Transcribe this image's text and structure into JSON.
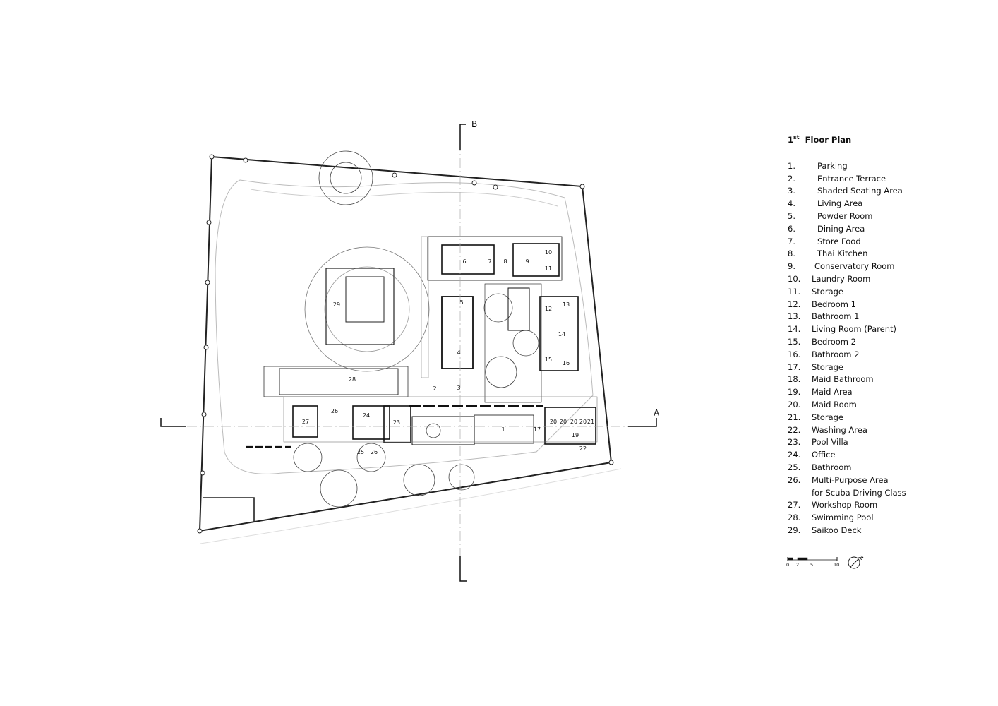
{
  "plan": {
    "section_marks": {
      "a": "A",
      "b": "B"
    },
    "room_numbers": [
      {
        "n": "1"
      },
      {
        "n": "2"
      },
      {
        "n": "3"
      },
      {
        "n": "4"
      },
      {
        "n": "5"
      },
      {
        "n": "6"
      },
      {
        "n": "7"
      },
      {
        "n": "8"
      },
      {
        "n": "9"
      },
      {
        "n": "10"
      },
      {
        "n": "11"
      },
      {
        "n": "12"
      },
      {
        "n": "13"
      },
      {
        "n": "14"
      },
      {
        "n": "15"
      },
      {
        "n": "16"
      },
      {
        "n": "17"
      },
      {
        "n": "19"
      },
      {
        "n": "20"
      },
      {
        "n": "20"
      },
      {
        "n": "20"
      },
      {
        "n": "20"
      },
      {
        "n": "21"
      },
      {
        "n": "22"
      },
      {
        "n": "23"
      },
      {
        "n": "24"
      },
      {
        "n": "25"
      },
      {
        "n": "26"
      },
      {
        "n": "26"
      },
      {
        "n": "27"
      },
      {
        "n": "28"
      },
      {
        "n": "29"
      }
    ]
  },
  "legend": {
    "title_main": "1",
    "title_sup": "st",
    "title_rest": "Floor Plan",
    "items": [
      {
        "num": "1.",
        "name": "Parking",
        "pad": "pad"
      },
      {
        "num": "2.",
        "name": "Entrance Terrace",
        "pad": "pad"
      },
      {
        "num": "3.",
        "name": "Shaded Seating Area",
        "pad": "pad"
      },
      {
        "num": "4.",
        "name": "Living Area",
        "pad": "pad"
      },
      {
        "num": "5.",
        "name": "Powder Room",
        "pad": "pad"
      },
      {
        "num": "6.",
        "name": "Dining Area",
        "pad": "pad"
      },
      {
        "num": "7.",
        "name": "Store Food",
        "pad": "pad"
      },
      {
        "num": "8.",
        "name": "Thai Kitchen",
        "pad": "pad"
      },
      {
        "num": "9.",
        "name": "Conservatory Room",
        "pad": "pad9"
      },
      {
        "num": "10.",
        "name": "Laundry Room",
        "pad": ""
      },
      {
        "num": "11.",
        "name": "Storage",
        "pad": ""
      },
      {
        "num": "12.",
        "name": "Bedroom 1",
        "pad": ""
      },
      {
        "num": "13.",
        "name": "Bathroom 1",
        "pad": ""
      },
      {
        "num": "14.",
        "name": "Living Room (Parent)",
        "pad": ""
      },
      {
        "num": "15.",
        "name": "Bedroom 2",
        "pad": ""
      },
      {
        "num": "16.",
        "name": "Bathroom 2",
        "pad": ""
      },
      {
        "num": "17.",
        "name": "Storage",
        "pad": ""
      },
      {
        "num": "18.",
        "name": "Maid Bathroom",
        "pad": ""
      },
      {
        "num": "19.",
        "name": "Maid Area",
        "pad": ""
      },
      {
        "num": "20.",
        "name": "Maid Room",
        "pad": ""
      },
      {
        "num": "21.",
        "name": "Storage",
        "pad": ""
      },
      {
        "num": "22.",
        "name": "Washing Area",
        "pad": ""
      },
      {
        "num": "23.",
        "name": "Pool Villa",
        "pad": ""
      },
      {
        "num": "24.",
        "name": "Office",
        "pad": ""
      },
      {
        "num": "25.",
        "name": "Bathroom",
        "pad": ""
      },
      {
        "num": "26.",
        "name": "Multi-Purpose Area",
        "pad": "",
        "cont": "for Scuba Driving Class"
      },
      {
        "num": "27.",
        "name": "Workshop Room",
        "pad": ""
      },
      {
        "num": "28.",
        "name": "Swimming Pool",
        "pad": ""
      },
      {
        "num": "29.",
        "name": "Saikoo Deck",
        "pad": ""
      }
    ]
  },
  "scale": {
    "ticks": [
      "0",
      "2",
      "5",
      "10"
    ],
    "north": "N"
  }
}
